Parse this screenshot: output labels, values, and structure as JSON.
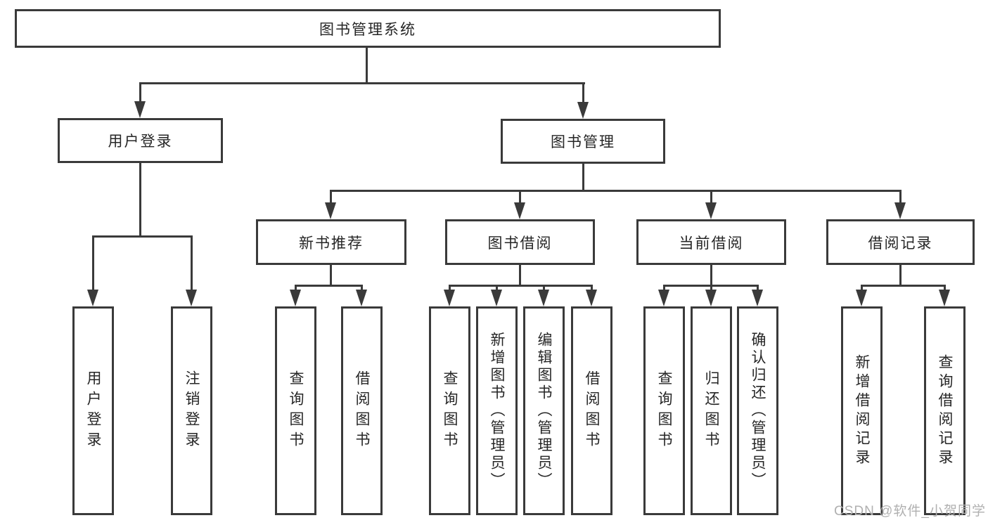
{
  "page": {
    "background": "#ffffff",
    "watermark": "CSDN @软件_小贺同学"
  },
  "colors": {
    "line": "#3a3a3a",
    "text": "#262626",
    "watermark": "#b0b0b0"
  },
  "tree": {
    "root": "图书管理系统",
    "level2": {
      "user_login": "用户登录",
      "book_management": "图书管理"
    },
    "level3": {
      "new_book_rec": "新书推荐",
      "book_borrow": "图书借阅",
      "current_borrow": "当前借阅",
      "borrow_records": "借阅记录"
    },
    "leaves": {
      "user_login": "用户登录",
      "logout": "注销登录",
      "rec_query_books": "查询图书",
      "rec_borrow_books": "借阅图书",
      "borrow_query_books": "查询图书",
      "borrow_add_books": "新增图书（管理员）",
      "borrow_edit_books": "编辑图书（管理员）",
      "borrow_borrow_books": "借阅图书",
      "cur_query_books": "查询图书",
      "cur_return_books": "归还图书",
      "cur_confirm_return": "确认归还（管理员）",
      "rec_add_record": "新增借阅记录",
      "rec_query_record": "查询借阅记录"
    }
  }
}
